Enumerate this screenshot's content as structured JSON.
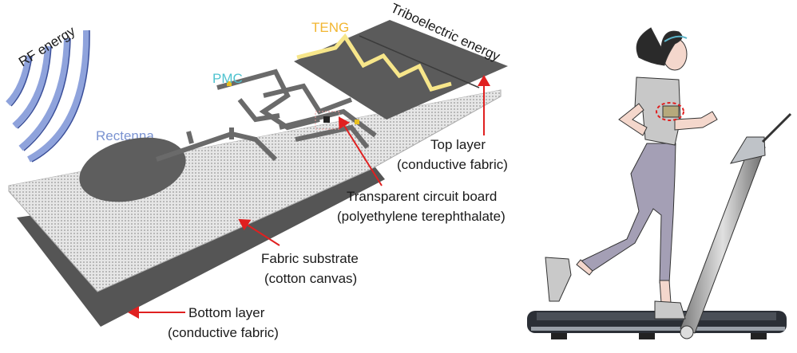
{
  "labels": {
    "rf_energy": "RF energy",
    "rectenna": "Rectenna",
    "pmc": "PMC",
    "teng": "TENG",
    "triboelectric_energy": "Triboelectric energy",
    "top_layer": "Top layer",
    "top_layer_material": "(conductive fabric)",
    "circuit_board": "Transparent circuit board",
    "circuit_board_material": "(polyethylene terephthalate)",
    "fabric_substrate": "Fabric substrate",
    "fabric_substrate_material": "(cotton canvas)",
    "bottom_layer": "Bottom layer",
    "bottom_layer_material": "(conductive fabric)"
  },
  "colors": {
    "rectenna": "#7b93d1",
    "pmc": "#4fc3cf",
    "teng": "#f2b631",
    "arrow": "#e02020",
    "rf_wave": "#8fa3dc"
  }
}
